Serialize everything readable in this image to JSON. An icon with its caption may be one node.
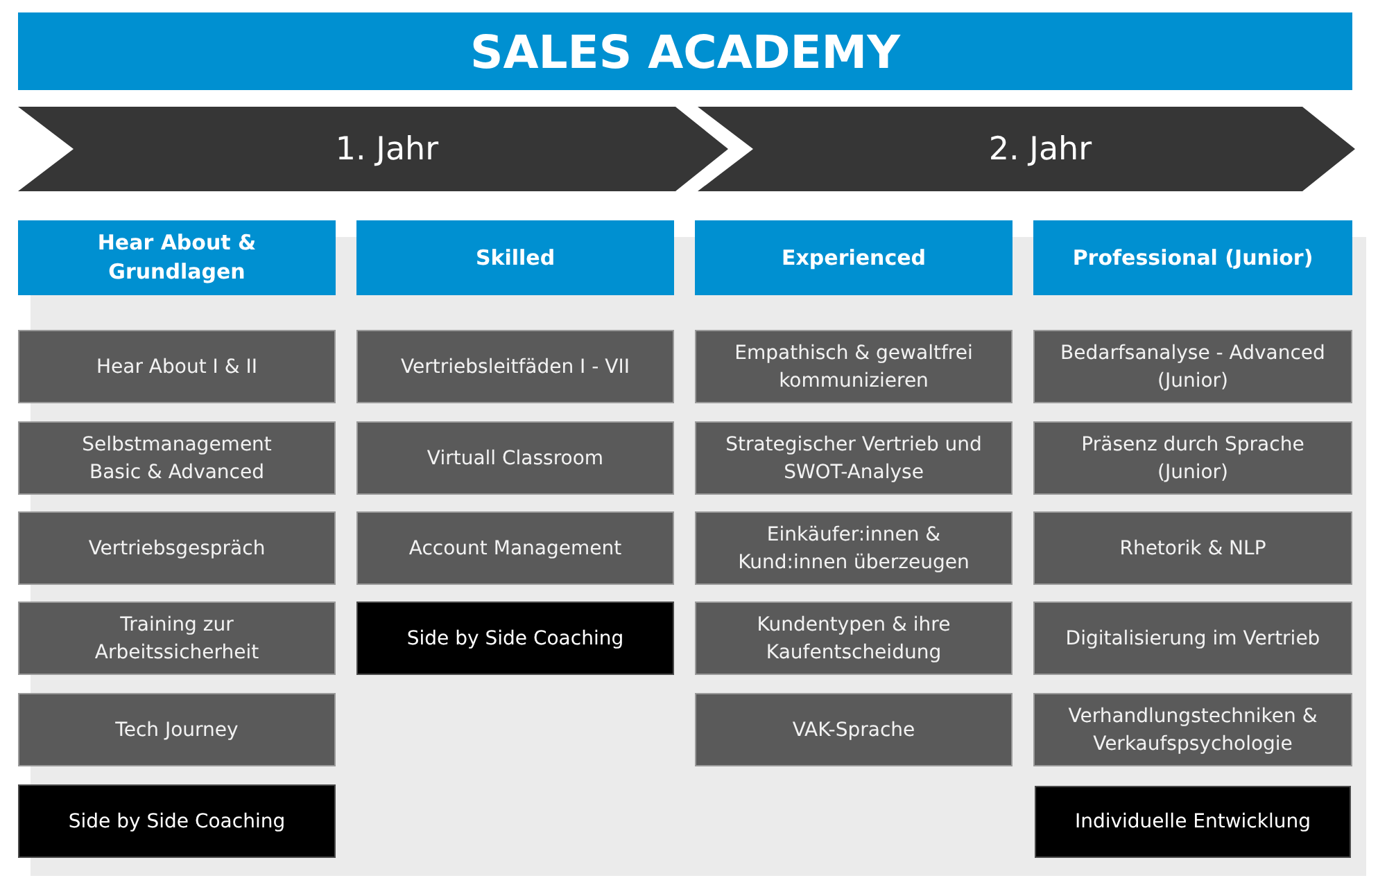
{
  "diagram": {
    "title": "SALES ACADEMY",
    "nodes": [
      {
        "text": [
          "1. Jahr"
        ]
      },
      {
        "text": [
          "2. Jahr"
        ]
      },
      {
        "text": [
          "Hear About & Grundlagen"
        ]
      },
      {
        "text": [
          "Hear About I & II"
        ]
      },
      {
        "text": [
          "Selbstmanagement Basic & Advanced"
        ]
      },
      {
        "text": [
          "Vertriebsgespräch"
        ]
      },
      {
        "text": [
          "Training zur Arbeitssicherheit"
        ]
      },
      {
        "text": [
          "Tech Journey"
        ]
      },
      {
        "text": [
          "Side by Side Coaching"
        ]
      },
      {
        "text": [
          "Skilled"
        ]
      },
      {
        "text": [
          "Vertriebsleitfäden I - VII"
        ]
      },
      {
        "text": [
          "Virtuall Classroom"
        ]
      },
      {
        "text": [
          "Account Management"
        ]
      },
      {
        "text": [
          "Side by Side Coaching"
        ]
      },
      {
        "text": [
          "Experienced"
        ]
      },
      {
        "text": [
          "Empathisch & gewaltfrei kommunizieren"
        ]
      },
      {
        "text": [
          "Strategischer Vertrieb und SWOT-Analyse"
        ]
      },
      {
        "text": [
          "Einkäufer:innen & Kund:innen überzeugen"
        ]
      },
      {
        "text": [
          "Kundentypen & ihre Kaufentscheidung"
        ]
      },
      {
        "text": [
          "VAK-Sprache"
        ]
      },
      {
        "text": [
          "Professional (Junior)"
        ]
      },
      {
        "text": [
          "Bedarfsanalyse - Advanced (Junior)"
        ]
      },
      {
        "text": [
          "Präsenz durch Sprache (Junior)"
        ]
      },
      {
        "text": [
          "Rhetorik & NLP"
        ]
      },
      {
        "text": [
          "Digitalisierung im Vertrieb"
        ]
      },
      {
        "text": [
          "Verhandlungstechniken & Verkaufspsychologie"
        ]
      },
      {
        "text": [
          "Individuelle Entwicklung"
        ]
      }
    ],
    "edges": []
  }
}
